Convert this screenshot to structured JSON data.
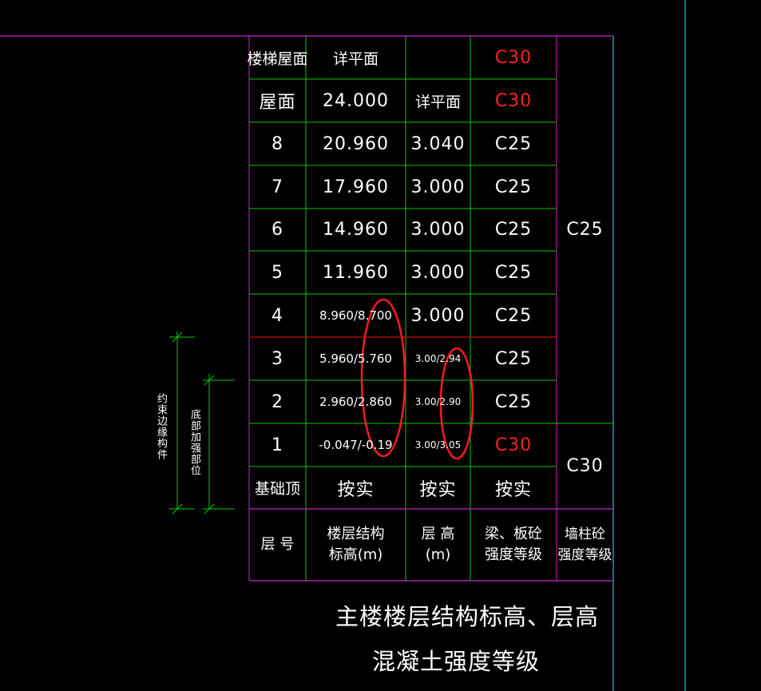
{
  "table": {
    "rows": [
      {
        "floor": "楼梯屋面",
        "elev": "详平面",
        "height": "",
        "beam": "C30",
        "beam_red": true
      },
      {
        "floor": "屋面",
        "elev": "24.000",
        "height": "详平面",
        "beam": "C30",
        "beam_red": true
      },
      {
        "floor": "8",
        "elev": "20.960",
        "height": "3.040",
        "beam": "C25",
        "beam_red": false
      },
      {
        "floor": "7",
        "elev": "17.960",
        "height": "3.000",
        "beam": "C25",
        "beam_red": false
      },
      {
        "floor": "6",
        "elev": "14.960",
        "height": "3.000",
        "beam": "C25",
        "beam_red": false
      },
      {
        "floor": "5",
        "elev": "11.960",
        "height": "3.000",
        "beam": "C25",
        "beam_red": false
      },
      {
        "floor": "4",
        "elev": "8.960/8.700",
        "height": "3.000",
        "beam": "C25",
        "beam_red": false
      },
      {
        "floor": "3",
        "elev": "5.960/5.760",
        "height": "3.00/2.94",
        "beam": "C25",
        "beam_red": false
      },
      {
        "floor": "2",
        "elev": "2.960/2.860",
        "height": "3.00/2.90",
        "beam": "C25",
        "beam_red": false
      },
      {
        "floor": "1",
        "elev": "-0.047/-0.19",
        "height": "3.00/3.05",
        "beam": "C30",
        "beam_red": true
      },
      {
        "floor": "基础顶",
        "elev": "按实",
        "height": "按实",
        "beam": "按实",
        "beam_red": false
      }
    ],
    "wall_upper": "C25",
    "wall_lower": "C30",
    "headers": {
      "floor": "层 号",
      "elev_1": "楼层结构",
      "elev_2": "标高(m)",
      "height_1": "层 高",
      "height_2": "(m)",
      "beam_1": "梁、板砼",
      "beam_2": "强度等级",
      "wall_1": "墙柱砼",
      "wall_2": "强度等级"
    }
  },
  "side_labels": {
    "outer": "约束边缘构件",
    "inner": "底部加强部位"
  },
  "caption": {
    "line1": "主楼楼层结构标高、层高",
    "line2": "混凝土强度等级"
  },
  "colors": {
    "background": "#000000",
    "grid_green": "#00cc00",
    "border_magenta": "#cc22cc",
    "cyan_line": "#00cccc",
    "red_highlight": "#ff2020",
    "red_divider": "#cc0000"
  }
}
